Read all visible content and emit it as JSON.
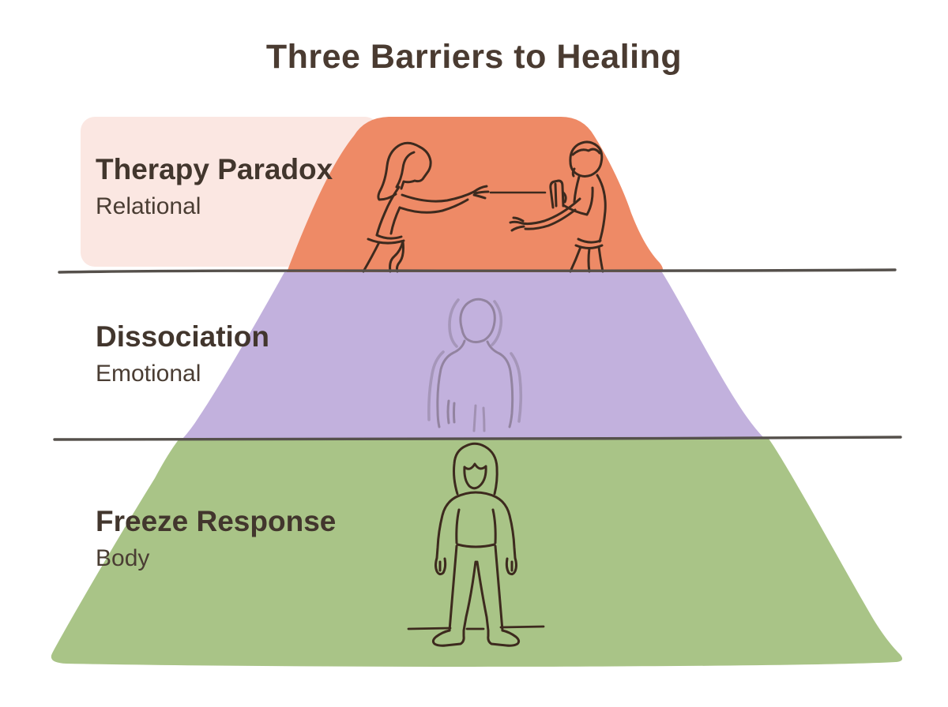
{
  "title": "Three Barriers to Healing",
  "layers": [
    {
      "name": "Therapy Paradox",
      "sublabel": "Relational",
      "fill": "#EE8A66",
      "label_bg": "#FBE7E2",
      "illustration": "two-people-reaching-and-blocking"
    },
    {
      "name": "Dissociation",
      "sublabel": "Emotional",
      "fill": "#C2B1DD",
      "illustration": "faded-person-outline"
    },
    {
      "name": "Freeze Response",
      "sublabel": "Body",
      "fill": "#A9C487",
      "illustration": "standing-frozen-person"
    }
  ],
  "colors": {
    "background": "#FFFFFF",
    "title_text": "#4A3B31",
    "label_name_text": "#42362D",
    "label_sub_text": "#4A3D33",
    "divider": "#55504B",
    "line_art_dark": "#3D2A1E",
    "line_art_faded": "#6B5E6E"
  }
}
